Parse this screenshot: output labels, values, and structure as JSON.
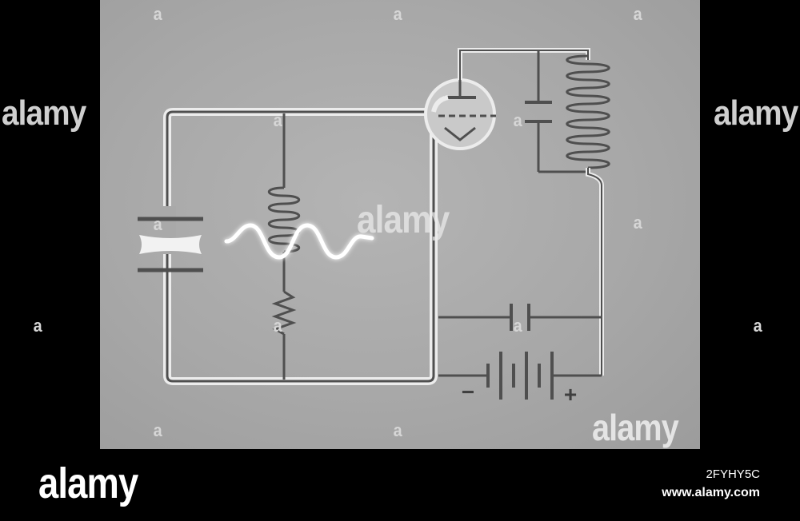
{
  "watermarks": {
    "left": "alamy",
    "right": "alamy",
    "center": "alamy",
    "bottom": "alamy",
    "a_mark": "a"
  },
  "footer": {
    "brand": "alamy",
    "image_id": "2FYHY5C",
    "url": "www.alamy.com"
  },
  "diagram": {
    "battery_minus": "−",
    "battery_plus": "+",
    "components": [
      "capacitor-spark-gap",
      "inductor",
      "resistor",
      "vacuum-tube",
      "tank-capacitor",
      "tank-coil",
      "bypass-capacitor",
      "battery"
    ],
    "colors": {
      "background": "#a9a9a9",
      "wire": "#4f4f4f",
      "highlight": "#ececec",
      "wave": "#ffffff"
    }
  }
}
